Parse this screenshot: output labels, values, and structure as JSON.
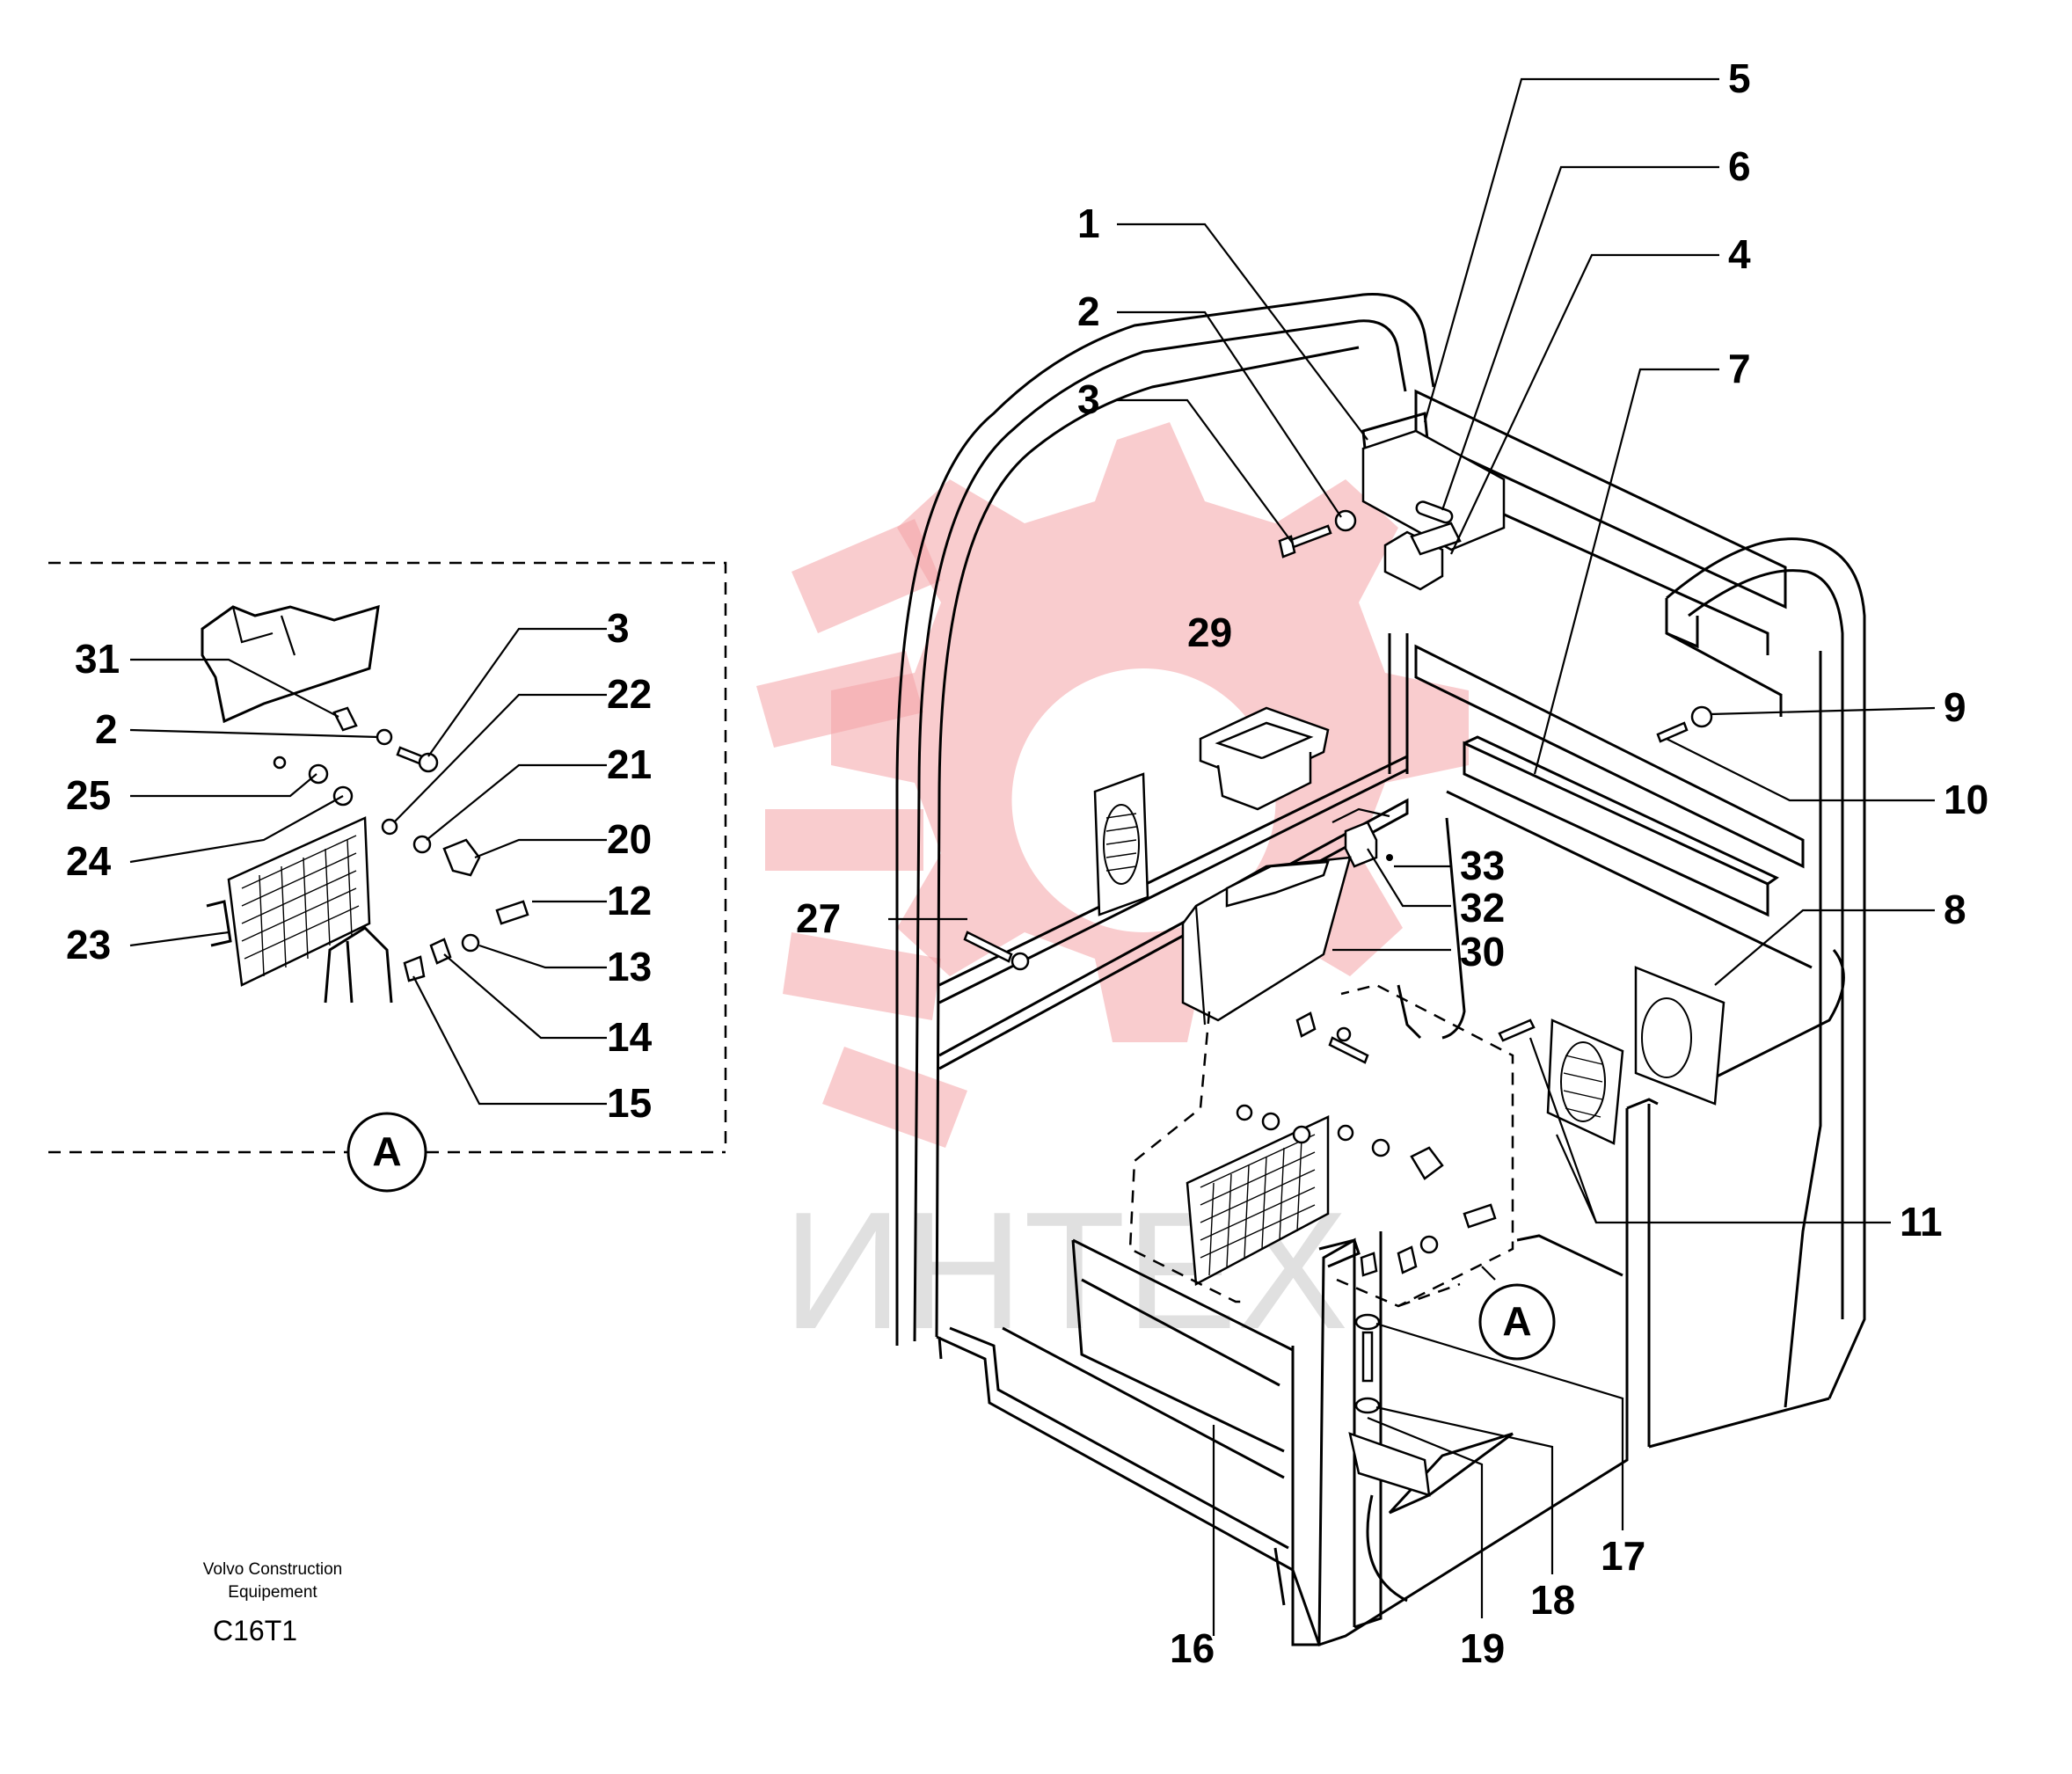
{
  "watermark": {
    "text": "ИНТЕХ",
    "color": "#f4a3a6"
  },
  "caption": {
    "company_line1": "Volvo Construction",
    "company_line2": "Equipement",
    "code": "C16T1"
  },
  "detail_marker": {
    "inset": "A",
    "main": "A"
  },
  "callouts_main": [
    "5",
    "6",
    "4",
    "7",
    "1",
    "2",
    "3",
    "29",
    "9",
    "10",
    "33",
    "32",
    "30",
    "27",
    "8",
    "11",
    "17",
    "18",
    "19",
    "16"
  ],
  "callouts_detail": [
    "3",
    "22",
    "21",
    "20",
    "12",
    "13",
    "14",
    "15",
    "31",
    "2",
    "25",
    "24",
    "23"
  ]
}
